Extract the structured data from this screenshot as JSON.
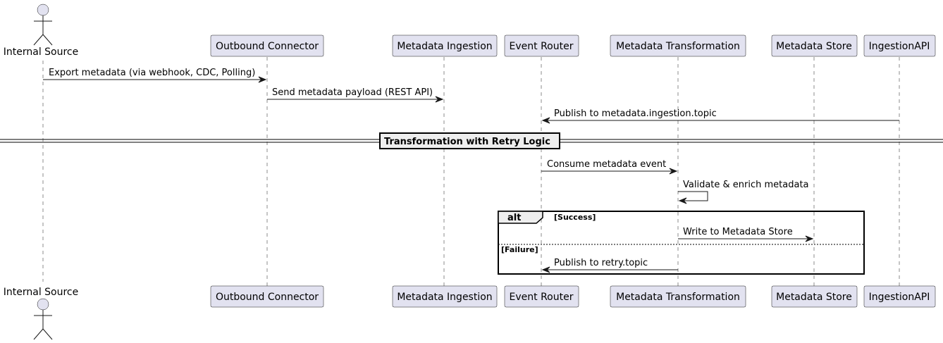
{
  "participants": {
    "internal_source": "Internal Source",
    "outbound_connector": "Outbound Connector",
    "metadata_ingestion": "Metadata Ingestion",
    "event_router": "Event Router",
    "metadata_transformation": "Metadata Transformation",
    "metadata_store": "Metadata Store",
    "ingestion_api": "IngestionAPI"
  },
  "messages": {
    "m1": "Export metadata (via webhook, CDC, Polling)",
    "m2": "Send metadata payload (REST API)",
    "m3": "Publish to metadata.ingestion.topic",
    "m4": "Consume metadata event",
    "m5": "Validate & enrich metadata",
    "m6": "Write to Metadata Store",
    "m7": "Publish to retry.topic"
  },
  "divider": {
    "label": "Transformation with Retry Logic"
  },
  "alt_fragment": {
    "keyword": "alt",
    "guard_success": "[Success]",
    "guard_failure": "[Failure]"
  }
}
